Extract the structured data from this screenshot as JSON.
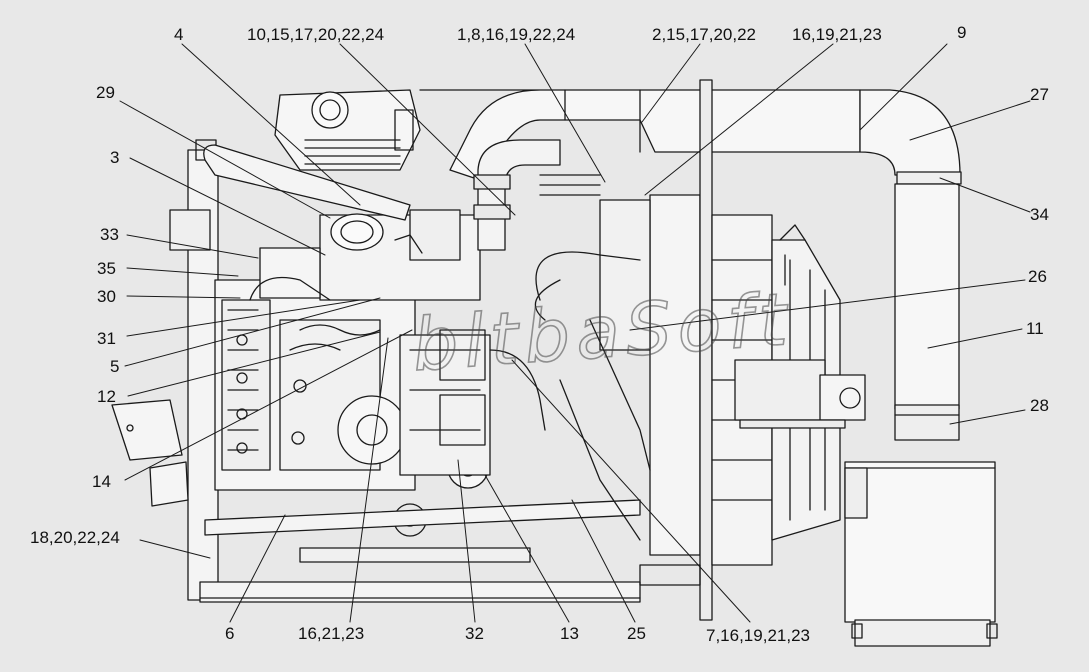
{
  "watermark": "bltbaSoft",
  "colors": {
    "background": "#e8e8e8",
    "line": "#1a1a1a"
  },
  "callouts": [
    "4",
    "10,15,17,20,22,24",
    "1,8,16,19,22,24",
    "2,15,17,20,22",
    "16,19,21,23",
    "9",
    "29",
    "27",
    "3",
    "34",
    "33",
    "35",
    "26",
    "30",
    "11",
    "31",
    "5",
    "12",
    "14",
    "28",
    "18,20,22,24",
    "6",
    "16,21,23",
    "32",
    "13",
    "25",
    "7,16,19,21,23"
  ]
}
